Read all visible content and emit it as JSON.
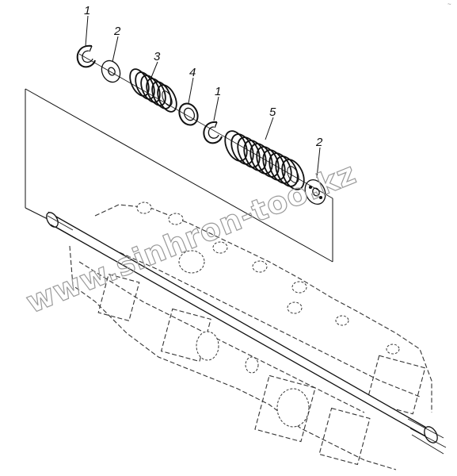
{
  "callouts": [
    "1",
    "2",
    "3",
    "4",
    "1",
    "5",
    "2"
  ],
  "watermark": "www.sinhron-too.kz",
  "corner_mark": "~",
  "colors": {
    "line": "#111111",
    "dashed": "#333333",
    "watermark": "#9a9a9a"
  }
}
